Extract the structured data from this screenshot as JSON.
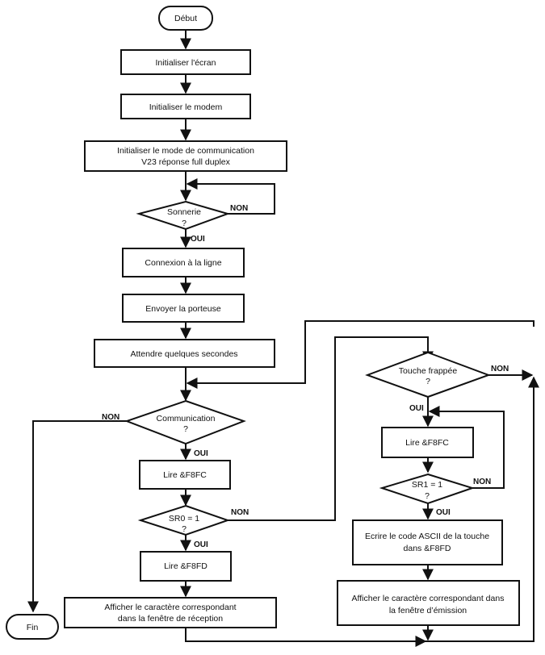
{
  "flowchart": {
    "start": "Début",
    "end": "Fin",
    "steps": {
      "init_screen": "Initialiser l'écran",
      "init_modem": "Initialiser le modem",
      "init_mode_line1": "Initialiser le mode de communication",
      "init_mode_line2": "V23 réponse full duplex",
      "connect": "Connexion à la ligne",
      "carrier": "Envoyer la porteuse",
      "wait": "Attendre quelques secondes",
      "read_fc_left": "Lire &F8FC",
      "read_fd": "Lire &F8FD",
      "show_rx_line1": "Afficher le caractère correspondant",
      "show_rx_line2": "dans la fenêtre de réception",
      "read_fc_right": "Lire &F8FC",
      "write_line1": "Ecrire le code ASCII de la touche",
      "write_line2": "dans &F8FD",
      "show_tx_line1": "Afficher le caractère correspondant dans",
      "show_tx_line2": "la fenêtre d’émission"
    },
    "decisions": {
      "ring": {
        "line1": "Sonnerie",
        "line2": "?"
      },
      "comm": {
        "line1": "Communication",
        "line2": "?"
      },
      "sr0": {
        "line1": "SR0 = 1",
        "line2": "?"
      },
      "key": {
        "line1": "Touche frappée",
        "line2": "?"
      },
      "sr1": {
        "line1": "SR1 = 1",
        "line2": "?"
      }
    },
    "labels": {
      "yes": "OUI",
      "no": "NON"
    }
  }
}
